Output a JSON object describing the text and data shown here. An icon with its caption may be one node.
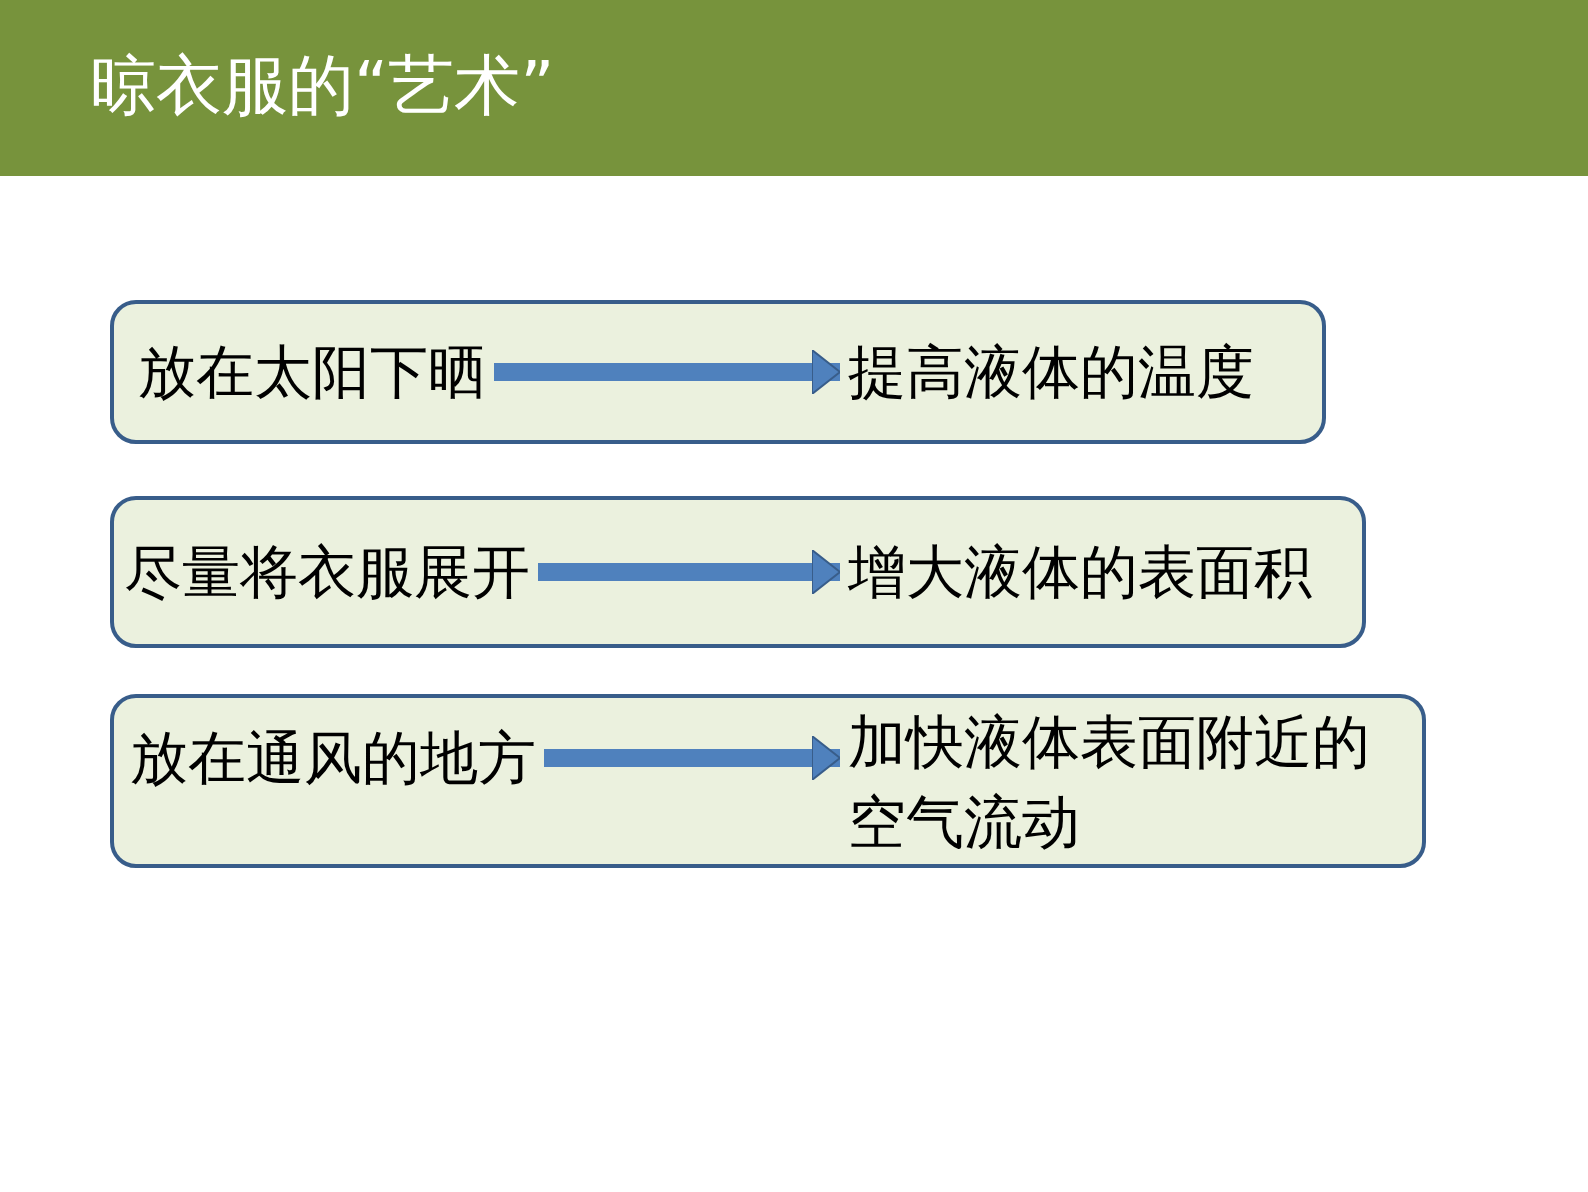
{
  "diagram": {
    "title": "晾衣服的“艺术”",
    "nodes": [
      {
        "text": [],
        "shape": "box"
      },
      {
        "text": [
          "放在太阳下晒"
        ],
        "in": 0
      },
      {
        "text": [
          "提高液体的温度"
        ],
        "in": 0
      },
      {
        "text": [],
        "shape": "box"
      },
      {
        "text": [
          "尽量将衣服展开"
        ],
        "in": 3
      },
      {
        "text": [
          "增大液体的表面积"
        ],
        "in": 3
      },
      {
        "text": [],
        "shape": "box"
      },
      {
        "text": [
          "放在通风的地方"
        ],
        "in": 6
      },
      {
        "text": [
          "加快液体表面附近的空气流动"
        ],
        "in": 6
      }
    ],
    "edges": [
      {
        "from": 1,
        "to": 2,
        "arrow": "to"
      },
      {
        "from": 4,
        "to": 5,
        "arrow": "to"
      },
      {
        "from": 7,
        "to": 8,
        "arrow": "to"
      }
    ]
  }
}
